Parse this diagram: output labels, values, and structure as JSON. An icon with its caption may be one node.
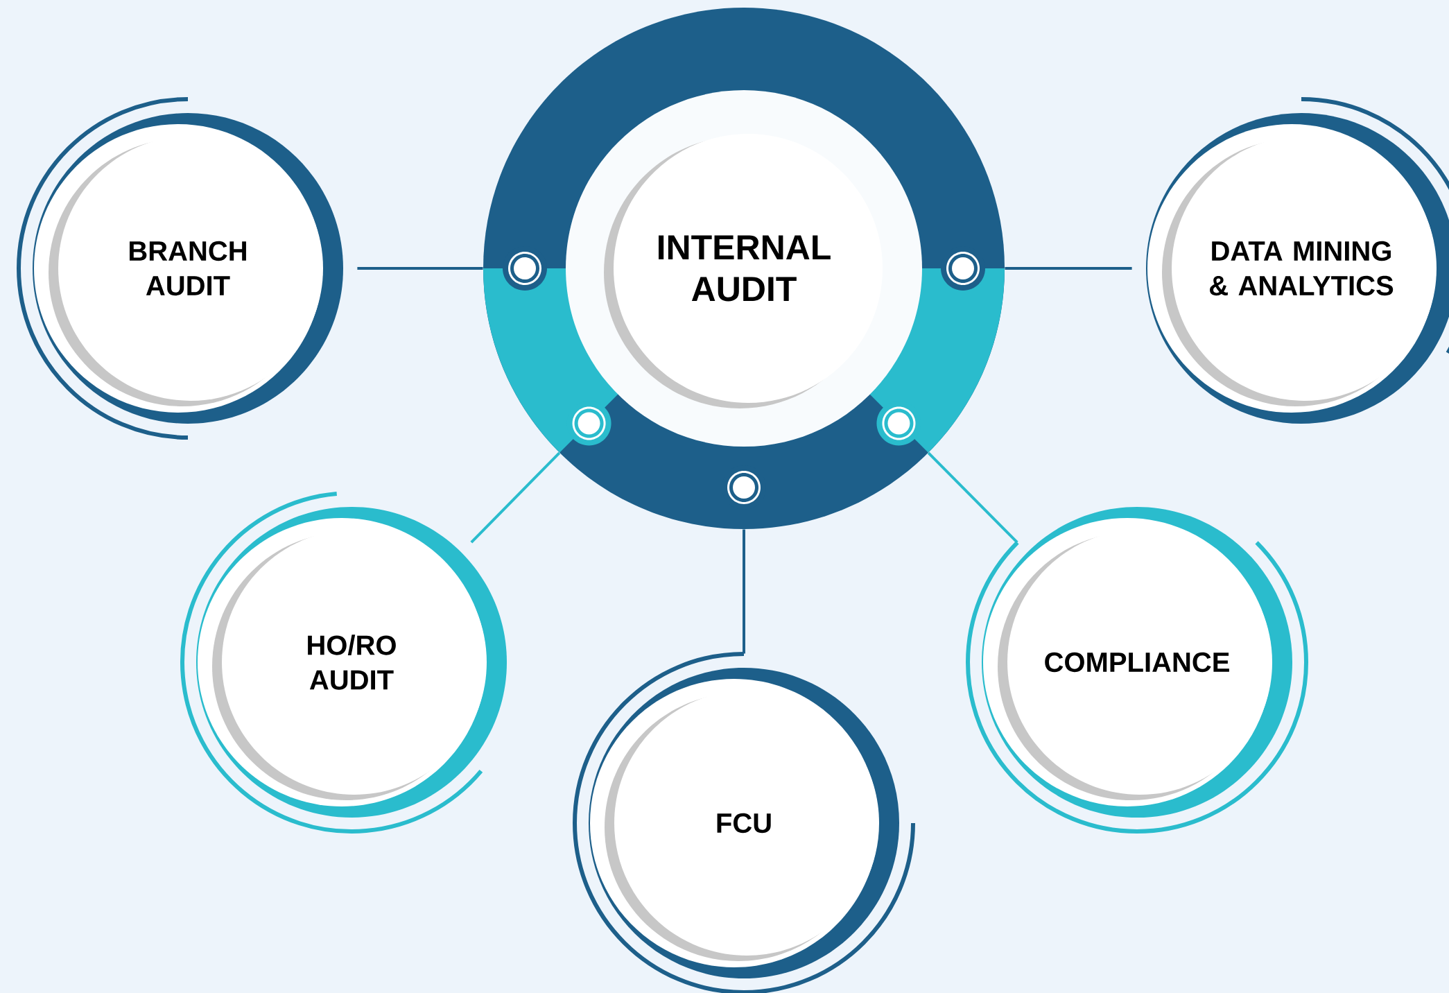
{
  "diagram": {
    "nodes": [
      {
        "text": [
          "INTERNAL AUDIT"
        ]
      },
      {
        "text": [
          "BRANCH AUDIT"
        ]
      },
      {
        "text": [
          "DATA MINING & ANALYTICS"
        ]
      },
      {
        "text": [
          "HO/RO AUDIT"
        ]
      },
      {
        "text": [
          "FCU"
        ]
      },
      {
        "text": [
          "COMPLIANCE"
        ]
      }
    ],
    "edges": [
      {
        "from": 0,
        "to": 1,
        "arrow": "none"
      },
      {
        "from": 0,
        "to": 2,
        "arrow": "none"
      },
      {
        "from": 0,
        "to": 3,
        "arrow": "none",
        "color": "#2abccd"
      },
      {
        "from": 0,
        "to": 4,
        "arrow": "none"
      },
      {
        "from": 0,
        "to": 5,
        "arrow": "none",
        "color": "#2abccd"
      }
    ]
  }
}
